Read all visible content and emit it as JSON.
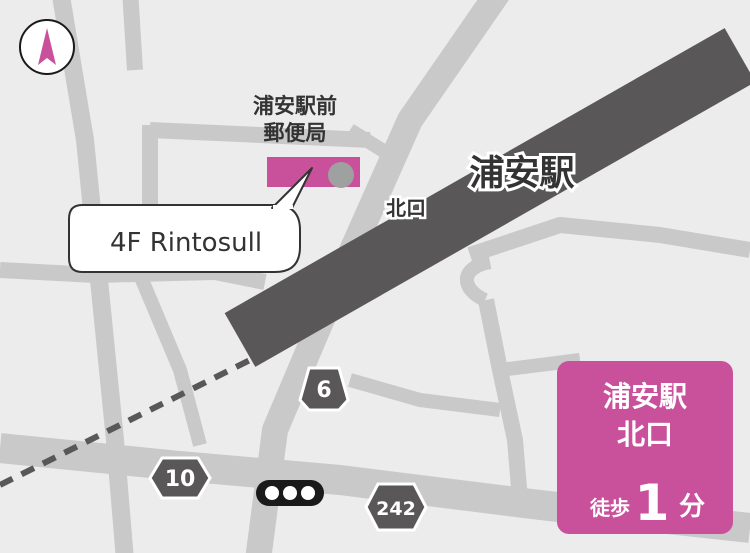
{
  "map": {
    "station_name": "浦安駅",
    "station_exit": "北口",
    "post_office": [
      "浦安駅前",
      "郵便局"
    ],
    "callout": "4F Rintosull",
    "route_shields": [
      "6",
      "10",
      "242"
    ],
    "info_box": {
      "station": "浦安駅",
      "exit": "北口",
      "walk_label": "徒歩",
      "walk_minutes": "1",
      "walk_unit": "分"
    },
    "icons": [
      "north-arrow-icon",
      "traffic-signal-icon"
    ],
    "colors": {
      "accent": "#c9519b",
      "rail": "#595757",
      "road": "#c9c9ca",
      "background": "#ececec",
      "text": "#333333"
    }
  }
}
